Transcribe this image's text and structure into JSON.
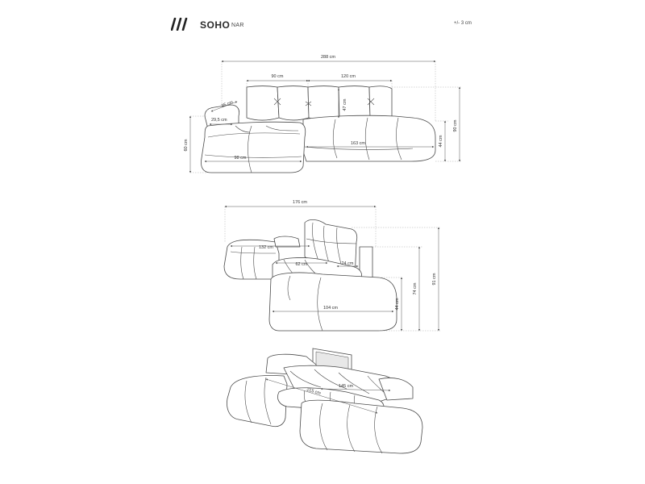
{
  "header": {
    "brand": "SOHO",
    "brand_sub": "NAR",
    "tolerance": "+/- 3 cm"
  },
  "top_view": {
    "total_width": "288 cm",
    "back_cushions_left": "90 cm",
    "back_cushions_right": "120 cm",
    "armrest_depth": "35 cm",
    "armrest_width": "29,5 cm",
    "chaise_height": "60 cm",
    "chaise_width": "98 cm",
    "backrest_height": "47 cm",
    "seat_width": "163 cm",
    "seat_height": "44 cm",
    "total_height": "90 cm"
  },
  "side_view": {
    "total_depth": "176 cm",
    "chaise_length": "132 cm",
    "seat_depth": "62 cm",
    "headrest_depth": "24 cm",
    "seat_width": "104 cm",
    "seat_height": "44 cm",
    "back_height": "74 cm",
    "total_height": "91 cm"
  },
  "bed_view": {
    "bed_length": "215 cm",
    "bed_width": "145 cm"
  }
}
